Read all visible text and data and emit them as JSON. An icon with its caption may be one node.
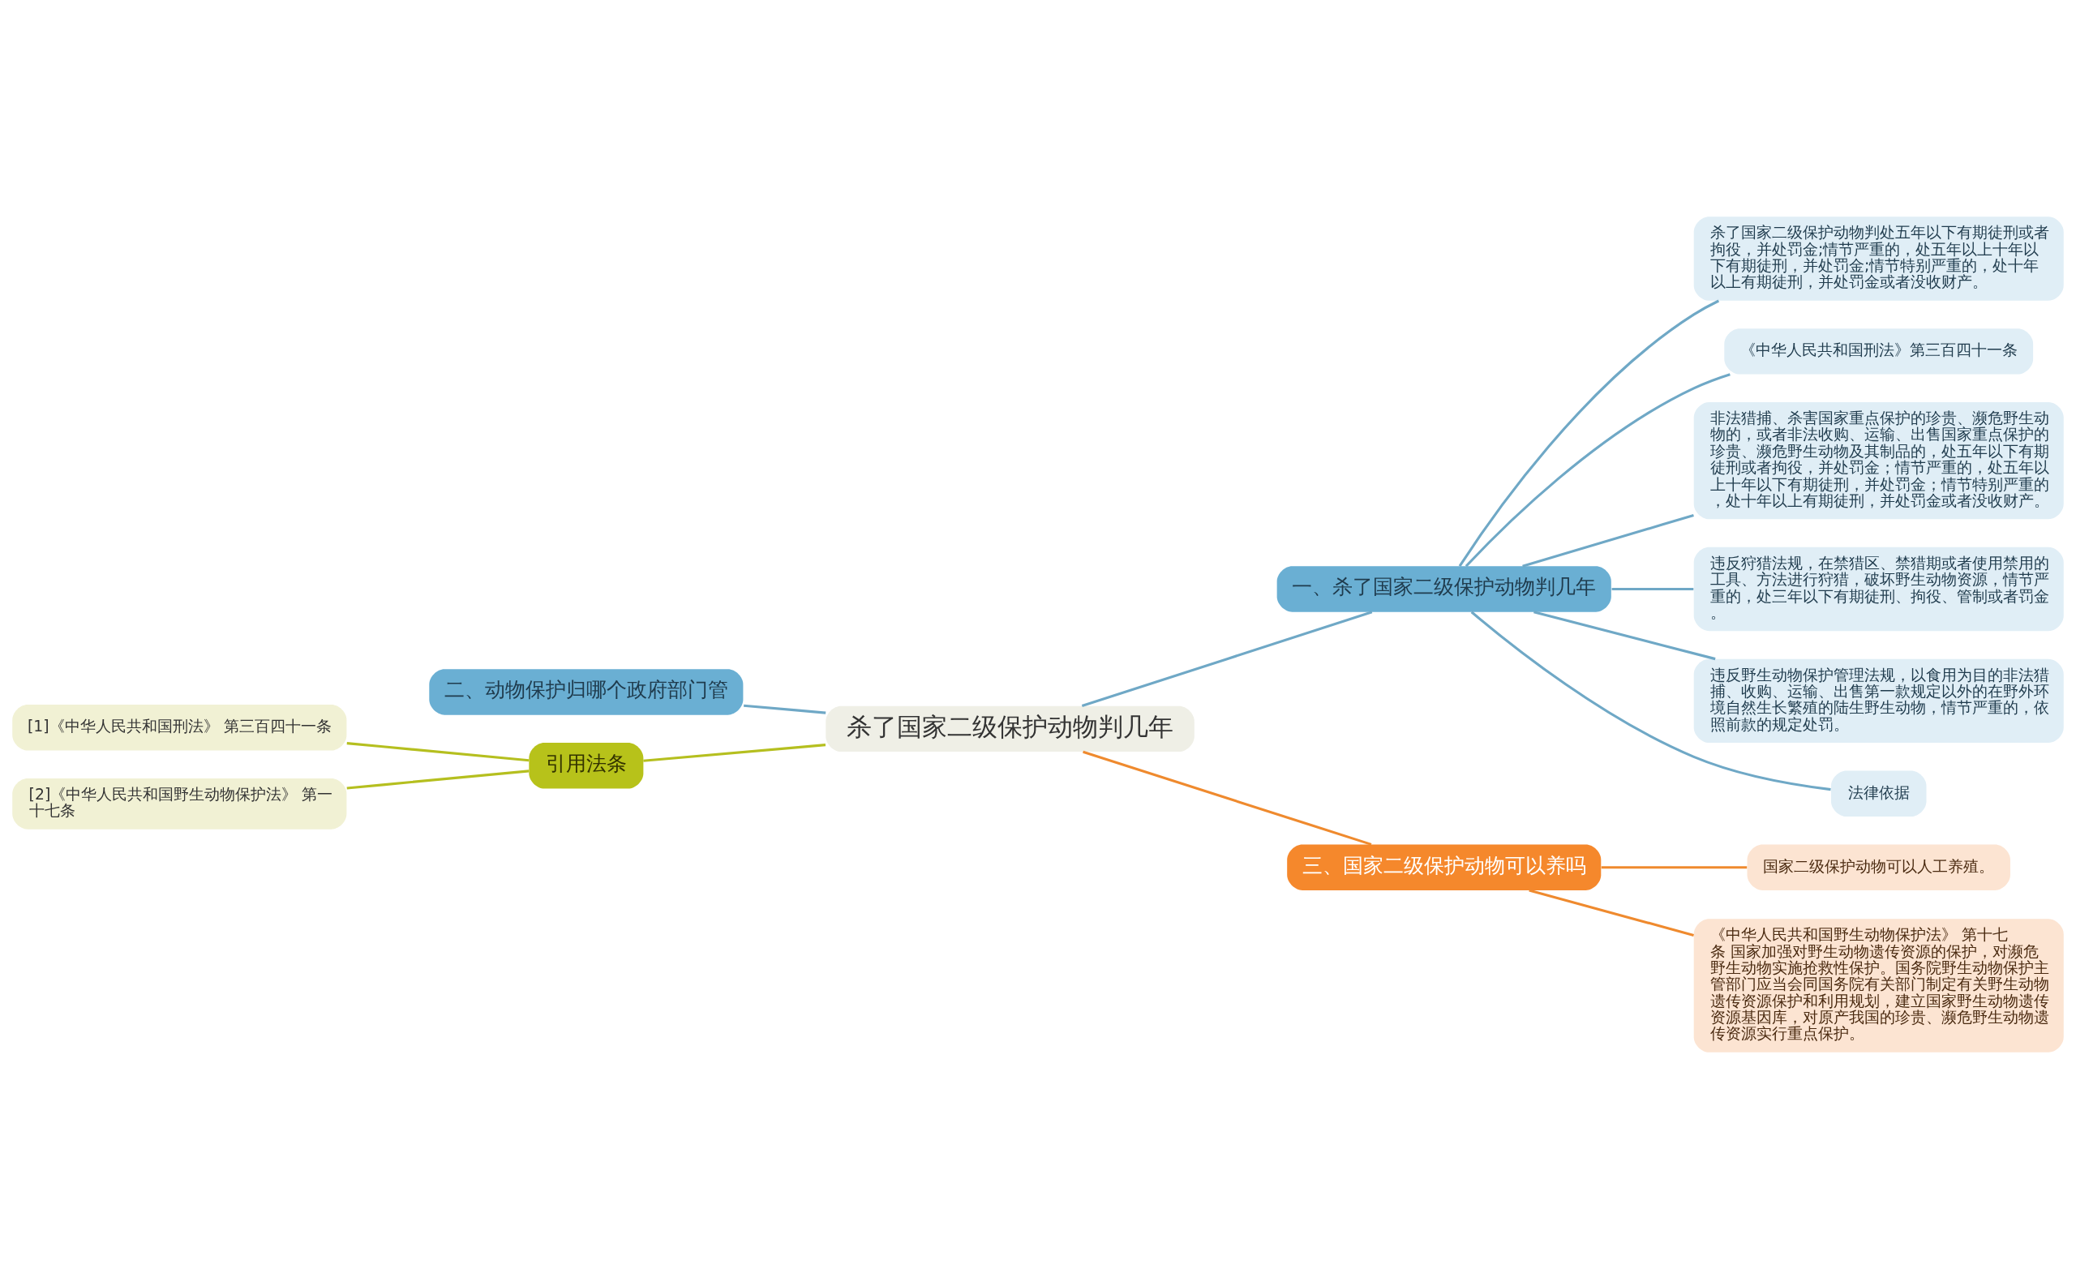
{
  "diagram": {
    "nodes": [
      {
        "text": [
          "杀了国家二级保护动物判几年"
        ]
      },
      {
        "text": [
          "一、杀了国家二级保护动物判几年"
        ]
      },
      {
        "text": [
          "杀了国家二级保护动物判处五年以下有期徒刑或者拘役，并处罚金;情节严重的，处五年以上十年以下有期徒刑，并处罚金;情节特别严重的，处十年以上有期徒刑，并处罚金或者没收财产。"
        ]
      },
      {
        "text": [
          "《中华人民共和国刑法》第三百四十一条"
        ]
      },
      {
        "text": [
          "非法猎捕、杀害国家重点保护的珍贵、濒危野生动物的，或者非法收购、运输、出售国家重点保护的珍贵、濒危野生动物及其制品的，处五年以下有期徒刑或者拘役，并处罚金；情节严重的，处五年以上十年以下有期徒刑，并处罚金；情节特别严重的，处十年以上有期徒刑，并处罚金或者没收财产。"
        ]
      },
      {
        "text": [
          "违反狩猎法规，在禁猎区、禁猎期或者使用禁用的工具、方法进行狩猎，破坏野生动物资源，情节严重的，处三年以下有期徒刑、拘役、管制或者罚金。"
        ]
      },
      {
        "text": [
          "违反野生动物保护管理法规，以食用为目的非法猎捕、收购、运输、出售第一款规定以外的在野外环境自然生长繁殖的陆生野生动物，情节严重的，依照前款的规定处罚。"
        ]
      },
      {
        "text": [
          "法律依据"
        ]
      },
      {
        "text": [
          "二、动物保护归哪个政府部门管"
        ]
      },
      {
        "text": [
          "引用法条"
        ]
      },
      {
        "text": [
          "[1]《中华人民共和国刑法》 第三百四十一条"
        ]
      },
      {
        "text": [
          "[2]《中华人民共和国野生动物保护法》 第一十七条"
        ]
      },
      {
        "text": [
          "三、国家二级保护动物可以养吗"
        ]
      },
      {
        "text": [
          "国家二级保护动物可以人工养殖。"
        ]
      },
      {
        "text": [
          "《中华人民共和国野生动物保护法》 第十七条 国家加强对野生动物遗传资源的保护，对濒危野生动物实施抢救性保护。国务院野生动物保护主管部门应当会同国务院有关部门制定有关野生动物遗传资源保护和利用规划，建立国家野生动物遗传资源基因库，对原产我国的珍贵、濒危野生动物遗传资源实行重点保护。"
        ]
      }
    ],
    "edges": [
      {
        "from": 0,
        "to": 1,
        "arrow": "none"
      },
      {
        "from": 1,
        "to": 2,
        "arrow": "none"
      },
      {
        "from": 1,
        "to": 3,
        "arrow": "none"
      },
      {
        "from": 1,
        "to": 4,
        "arrow": "none"
      },
      {
        "from": 1,
        "to": 5,
        "arrow": "none"
      },
      {
        "from": 1,
        "to": 6,
        "arrow": "none"
      },
      {
        "from": 1,
        "to": 7,
        "arrow": "none"
      },
      {
        "from": 0,
        "to": 8,
        "arrow": "none"
      },
      {
        "from": 0,
        "to": 9,
        "arrow": "none",
        "color": "#b5bf1f"
      },
      {
        "from": 9,
        "to": 10,
        "arrow": "none",
        "color": "#b5bf1f"
      },
      {
        "from": 9,
        "to": 11,
        "arrow": "none",
        "color": "#b5bf1f"
      },
      {
        "from": 0,
        "to": 12,
        "arrow": "none",
        "color": "#ef8a2e"
      },
      {
        "from": 12,
        "to": 13,
        "arrow": "none",
        "color": "#ef8a2e"
      },
      {
        "from": 12,
        "to": 14,
        "arrow": "none",
        "color": "#ef8a2e"
      }
    ]
  }
}
